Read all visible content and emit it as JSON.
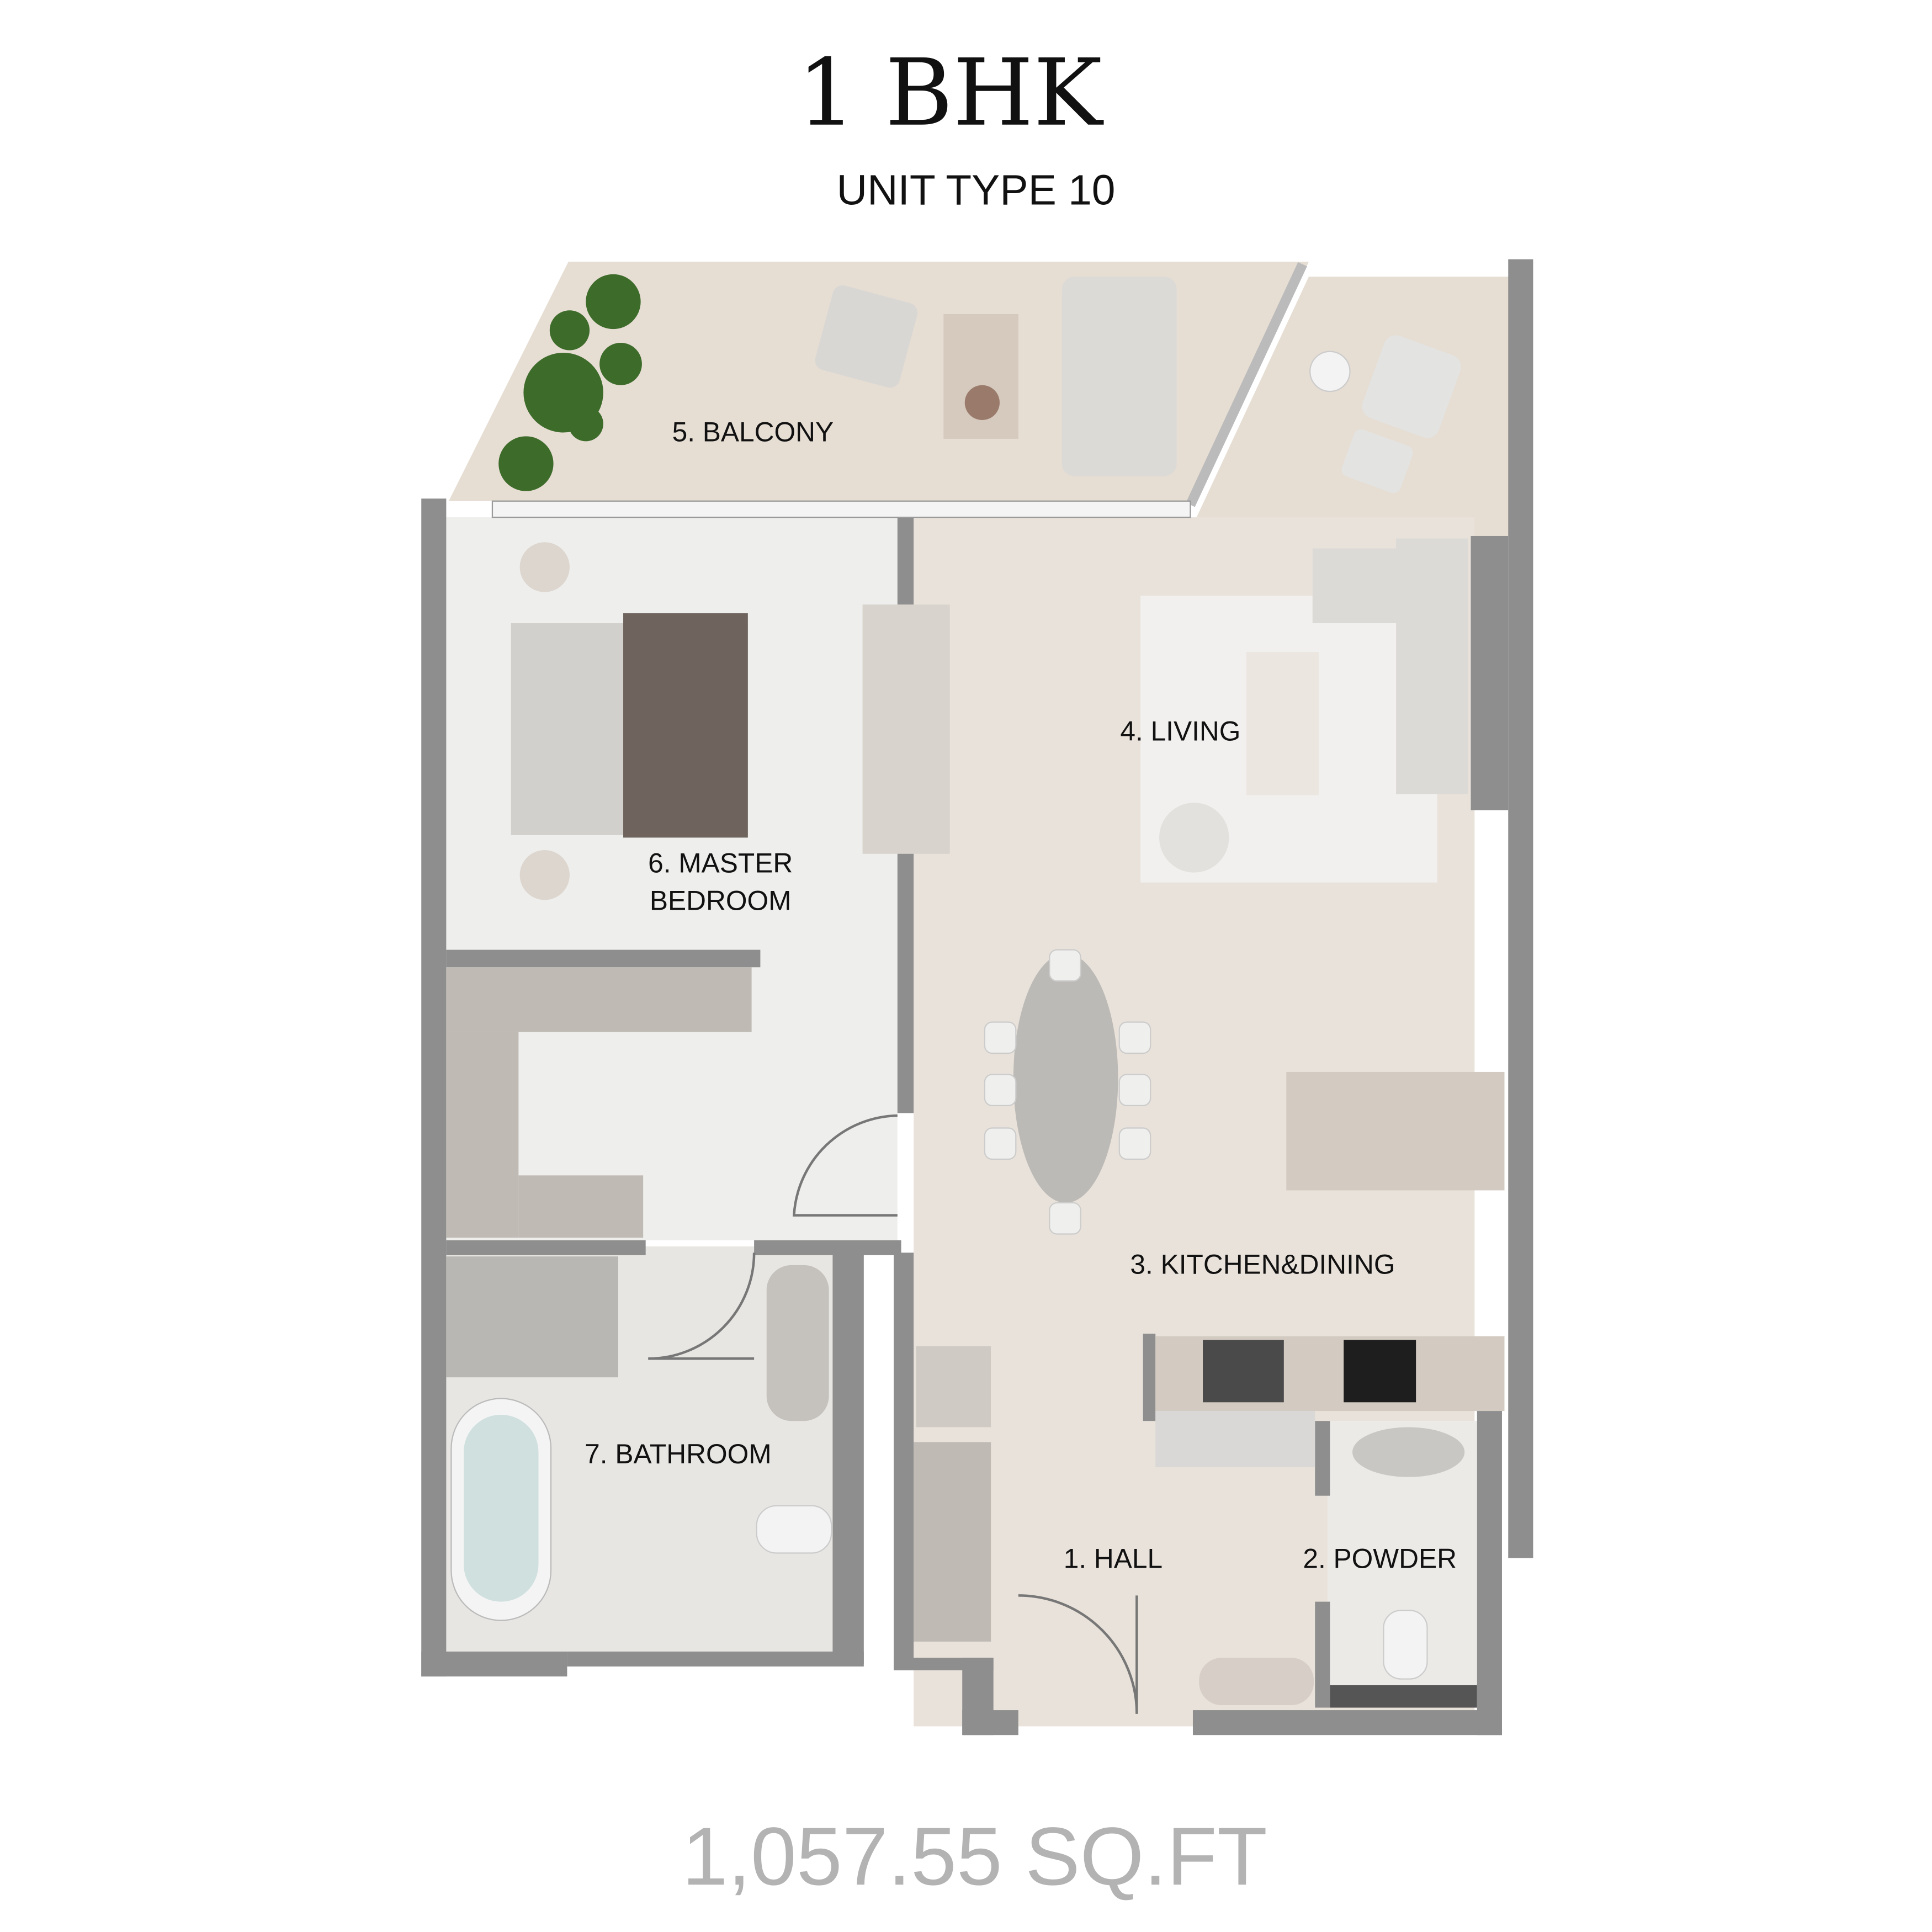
{
  "header": {
    "title": "1 BHK",
    "subtitle": "UNIT TYPE 10"
  },
  "rooms": [
    {
      "label": "1. HALL"
    },
    {
      "label": "2. POWDER"
    },
    {
      "label": "3. KITCHEN&DINING"
    },
    {
      "label": "4. LIVING"
    },
    {
      "label": "5. BALCONY"
    },
    {
      "label": "6. MASTER",
      "label2": "BEDROOM"
    },
    {
      "label": "7. BATHROOM"
    }
  ],
  "footer": {
    "area": "1,057.55 SQ.FT"
  },
  "colors": {
    "wall": "#8e8e8e",
    "wood_floor": "#e9e2da",
    "carpet": "#eeeeec",
    "tile": "#e8e6e3",
    "area_text": "#b3b3b3"
  }
}
